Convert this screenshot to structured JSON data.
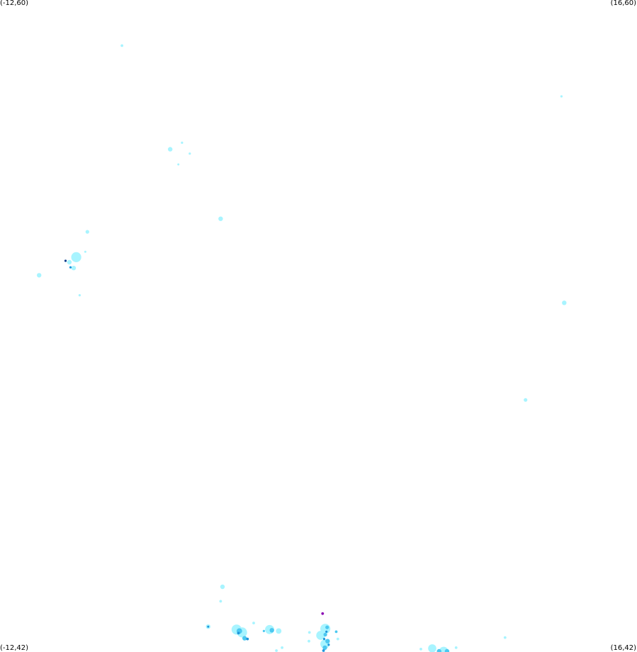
{
  "map": {
    "corners": {
      "top_left": "(-12,60)",
      "top_right": "(16,60)",
      "bottom_left": "(-12,42)",
      "bottom_right": "(16,42)"
    },
    "extent": {
      "lon_min": -12,
      "lon_max": 16,
      "lat_min": 42,
      "lat_max": 60
    },
    "colors": {
      "background": "#ffffff",
      "light": "#a8f4ff",
      "mid": "#4cc8f0",
      "strong": "#1e96dc",
      "heavy": "#0a3c8c",
      "extreme": "#8c0ab4"
    },
    "echoes": [
      {
        "lon": -6.64,
        "lat": 58.74,
        "r": 0.06,
        "level": "light"
      },
      {
        "lon": -4.52,
        "lat": 55.88,
        "r": 0.1,
        "level": "light"
      },
      {
        "lon": -4.0,
        "lat": 56.06,
        "r": 0.05,
        "level": "light"
      },
      {
        "lon": -3.66,
        "lat": 55.76,
        "r": 0.05,
        "level": "light"
      },
      {
        "lon": -4.16,
        "lat": 55.46,
        "r": 0.04,
        "level": "light"
      },
      {
        "lon": -2.3,
        "lat": 53.96,
        "r": 0.1,
        "level": "light"
      },
      {
        "lon": -8.16,
        "lat": 53.6,
        "r": 0.08,
        "level": "light"
      },
      {
        "lon": -8.65,
        "lat": 52.9,
        "r": 0.22,
        "level": "light"
      },
      {
        "lon": -8.95,
        "lat": 52.76,
        "r": 0.1,
        "level": "light"
      },
      {
        "lon": -8.76,
        "lat": 52.6,
        "r": 0.1,
        "level": "light"
      },
      {
        "lon": -8.25,
        "lat": 53.05,
        "r": 0.04,
        "level": "light"
      },
      {
        "lon": -9.12,
        "lat": 52.8,
        "r": 0.05,
        "level": "heavy"
      },
      {
        "lon": -8.9,
        "lat": 52.62,
        "r": 0.05,
        "level": "strong"
      },
      {
        "lon": -10.28,
        "lat": 52.4,
        "r": 0.1,
        "level": "light"
      },
      {
        "lon": -8.5,
        "lat": 51.85,
        "r": 0.05,
        "level": "light"
      },
      {
        "lon": 12.68,
        "lat": 57.34,
        "r": 0.05,
        "level": "light"
      },
      {
        "lon": 12.8,
        "lat": 51.64,
        "r": 0.1,
        "level": "light"
      },
      {
        "lon": 11.1,
        "lat": 48.96,
        "r": 0.08,
        "level": "light"
      },
      {
        "lon": -2.22,
        "lat": 43.8,
        "r": 0.1,
        "level": "light"
      },
      {
        "lon": -2.3,
        "lat": 43.4,
        "r": 0.06,
        "level": "light"
      },
      {
        "lon": -2.85,
        "lat": 42.7,
        "r": 0.1,
        "level": "light"
      },
      {
        "lon": -2.85,
        "lat": 42.7,
        "r": 0.04,
        "level": "strong"
      },
      {
        "lon": -1.6,
        "lat": 42.62,
        "r": 0.22,
        "level": "light"
      },
      {
        "lon": -1.36,
        "lat": 42.54,
        "r": 0.22,
        "level": "light"
      },
      {
        "lon": -1.48,
        "lat": 42.58,
        "r": 0.12,
        "level": "mid"
      },
      {
        "lon": -1.52,
        "lat": 42.52,
        "r": 0.06,
        "level": "strong"
      },
      {
        "lon": -1.25,
        "lat": 42.38,
        "r": 0.1,
        "level": "mid"
      },
      {
        "lon": -1.12,
        "lat": 42.36,
        "r": 0.06,
        "level": "strong"
      },
      {
        "lon": -0.85,
        "lat": 42.8,
        "r": 0.06,
        "level": "light"
      },
      {
        "lon": -0.15,
        "lat": 42.62,
        "r": 0.2,
        "level": "light"
      },
      {
        "lon": -0.05,
        "lat": 42.6,
        "r": 0.1,
        "level": "mid"
      },
      {
        "lon": 0.25,
        "lat": 42.58,
        "r": 0.12,
        "level": "light"
      },
      {
        "lon": -0.4,
        "lat": 42.58,
        "r": 0.05,
        "level": "mid"
      },
      {
        "lon": 0.4,
        "lat": 42.12,
        "r": 0.06,
        "level": "light"
      },
      {
        "lon": 2.18,
        "lat": 43.06,
        "r": 0.06,
        "level": "extreme"
      },
      {
        "lon": 2.3,
        "lat": 42.64,
        "r": 0.22,
        "level": "light"
      },
      {
        "lon": 2.1,
        "lat": 42.46,
        "r": 0.2,
        "level": "light"
      },
      {
        "lon": 2.28,
        "lat": 42.22,
        "r": 0.2,
        "level": "light"
      },
      {
        "lon": 2.38,
        "lat": 42.68,
        "r": 0.08,
        "level": "mid"
      },
      {
        "lon": 2.3,
        "lat": 42.48,
        "r": 0.08,
        "level": "mid"
      },
      {
        "lon": 2.4,
        "lat": 42.3,
        "r": 0.1,
        "level": "mid"
      },
      {
        "lon": 2.28,
        "lat": 42.12,
        "r": 0.1,
        "level": "mid"
      },
      {
        "lon": 2.35,
        "lat": 42.56,
        "r": 0.05,
        "level": "strong"
      },
      {
        "lon": 2.25,
        "lat": 42.36,
        "r": 0.05,
        "level": "strong"
      },
      {
        "lon": 2.45,
        "lat": 42.2,
        "r": 0.05,
        "level": "strong"
      },
      {
        "lon": 2.22,
        "lat": 42.04,
        "r": 0.06,
        "level": "strong"
      },
      {
        "lon": 2.78,
        "lat": 42.56,
        "r": 0.06,
        "level": "mid"
      },
      {
        "lon": 2.85,
        "lat": 42.36,
        "r": 0.06,
        "level": "light"
      },
      {
        "lon": 1.6,
        "lat": 42.54,
        "r": 0.06,
        "level": "light"
      },
      {
        "lon": 1.58,
        "lat": 42.3,
        "r": 0.06,
        "level": "light"
      },
      {
        "lon": 7.0,
        "lat": 42.1,
        "r": 0.18,
        "level": "light"
      },
      {
        "lon": 7.5,
        "lat": 42.0,
        "r": 0.2,
        "level": "light"
      },
      {
        "lon": 7.3,
        "lat": 42.02,
        "r": 0.1,
        "level": "mid"
      },
      {
        "lon": 7.65,
        "lat": 41.96,
        "r": 0.1,
        "level": "mid"
      },
      {
        "lon": 6.5,
        "lat": 42.08,
        "r": 0.06,
        "level": "light"
      },
      {
        "lon": 8.05,
        "lat": 42.12,
        "r": 0.06,
        "level": "light"
      },
      {
        "lon": 10.2,
        "lat": 42.4,
        "r": 0.06,
        "level": "light"
      },
      {
        "lon": 0.15,
        "lat": 42.04,
        "r": 0.06,
        "level": "light"
      }
    ]
  }
}
